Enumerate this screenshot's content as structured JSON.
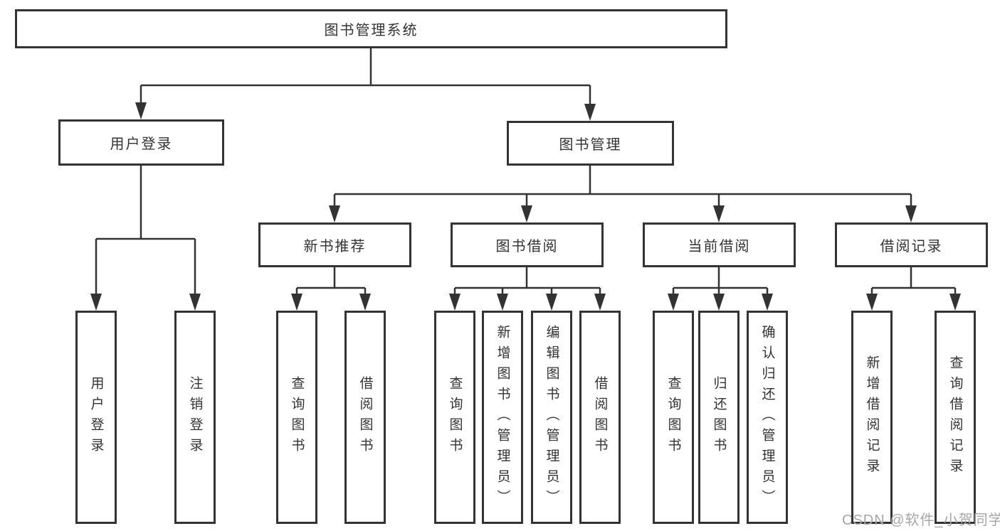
{
  "colors": {
    "line": "#333333",
    "text": "#333333",
    "box_background": "#ffffff",
    "watermark": "#a6a6a6"
  },
  "watermark": "CSDN @软件_小贺同学",
  "tree": {
    "label": "图书管理系统",
    "children": [
      {
        "label": "用户登录",
        "children": [
          {
            "label": "用户登录"
          },
          {
            "label": "注销登录"
          }
        ]
      },
      {
        "label": "图书管理",
        "children": [
          {
            "label": "新书推荐",
            "children": [
              {
                "label": "查询图书"
              },
              {
                "label": "借阅图书"
              }
            ]
          },
          {
            "label": "图书借阅",
            "children": [
              {
                "label": "查询图书"
              },
              {
                "label": "新增图书（管理员）"
              },
              {
                "label": "编辑图书（管理员）"
              },
              {
                "label": "借阅图书"
              }
            ]
          },
          {
            "label": "当前借阅",
            "children": [
              {
                "label": "查询图书"
              },
              {
                "label": "归还图书"
              },
              {
                "label": "确认归还（管理员）"
              }
            ]
          },
          {
            "label": "借阅记录",
            "children": [
              {
                "label": "新增借阅记录"
              },
              {
                "label": "查询借阅记录"
              }
            ]
          }
        ]
      }
    ]
  }
}
